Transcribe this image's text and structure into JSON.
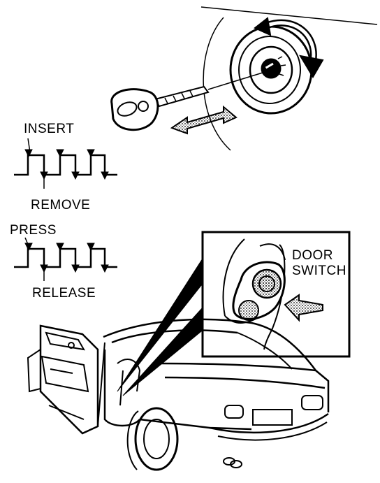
{
  "labels": {
    "insert": "INSERT",
    "remove": "REMOVE",
    "press": "PRESS",
    "release": "RELEASE",
    "door_switch_line1": "DOOR",
    "door_switch_line2": "SWITCH"
  },
  "colors": {
    "ink": "#000000",
    "paper": "#ffffff"
  },
  "icons": {
    "key": "key-icon",
    "ignition": "ignition-cylinder-icon",
    "door_switch": "door-switch-icon",
    "car": "car-icon"
  }
}
